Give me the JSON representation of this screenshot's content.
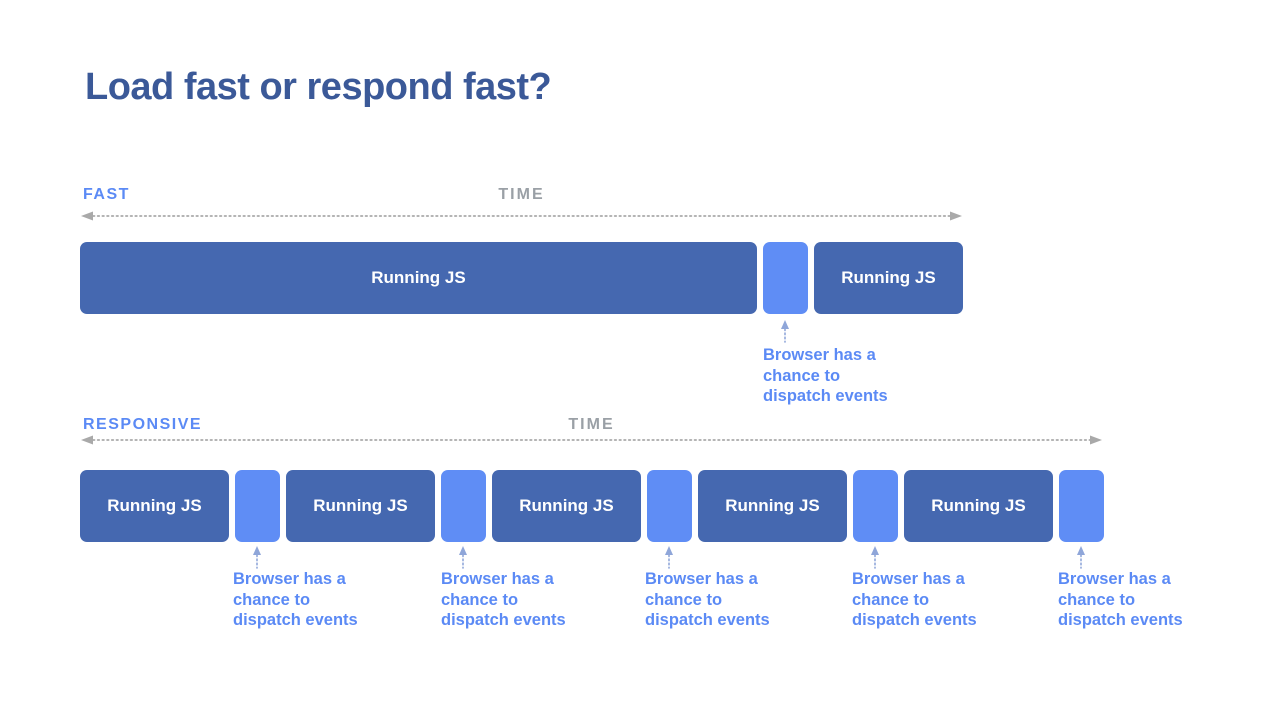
{
  "title": "Load fast or respond fast?",
  "fast": {
    "label": "FAST",
    "time_label": "TIME",
    "bars": [
      {
        "label": "Running JS"
      },
      {
        "label": "Running JS"
      }
    ],
    "annotation": "Browser has a\nchance to\ndispatch events"
  },
  "responsive": {
    "label": "RESPONSIVE",
    "time_label": "TIME",
    "bars": [
      {
        "label": "Running JS"
      },
      {
        "label": "Running JS"
      },
      {
        "label": "Running JS"
      },
      {
        "label": "Running JS"
      },
      {
        "label": "Running JS"
      }
    ],
    "annotations": [
      "Browser has a\nchance to\ndispatch events",
      "Browser has a\nchance to\ndispatch events",
      "Browser has a\nchance to\ndispatch events",
      "Browser has a\nchance to\ndispatch events",
      "Browser has a\nchance to\ndispatch events"
    ]
  },
  "colors": {
    "title": "#3b5998",
    "accent_blue": "#5b8af5",
    "time_gray": "#9aa0a6",
    "line_gray": "#a9a9a9",
    "arrow_blue": "#8fa6d9",
    "bar_dark": "#4568b0",
    "bar_light": "#5f8df5",
    "bar_text": "#ffffff",
    "background": "#ffffff"
  }
}
